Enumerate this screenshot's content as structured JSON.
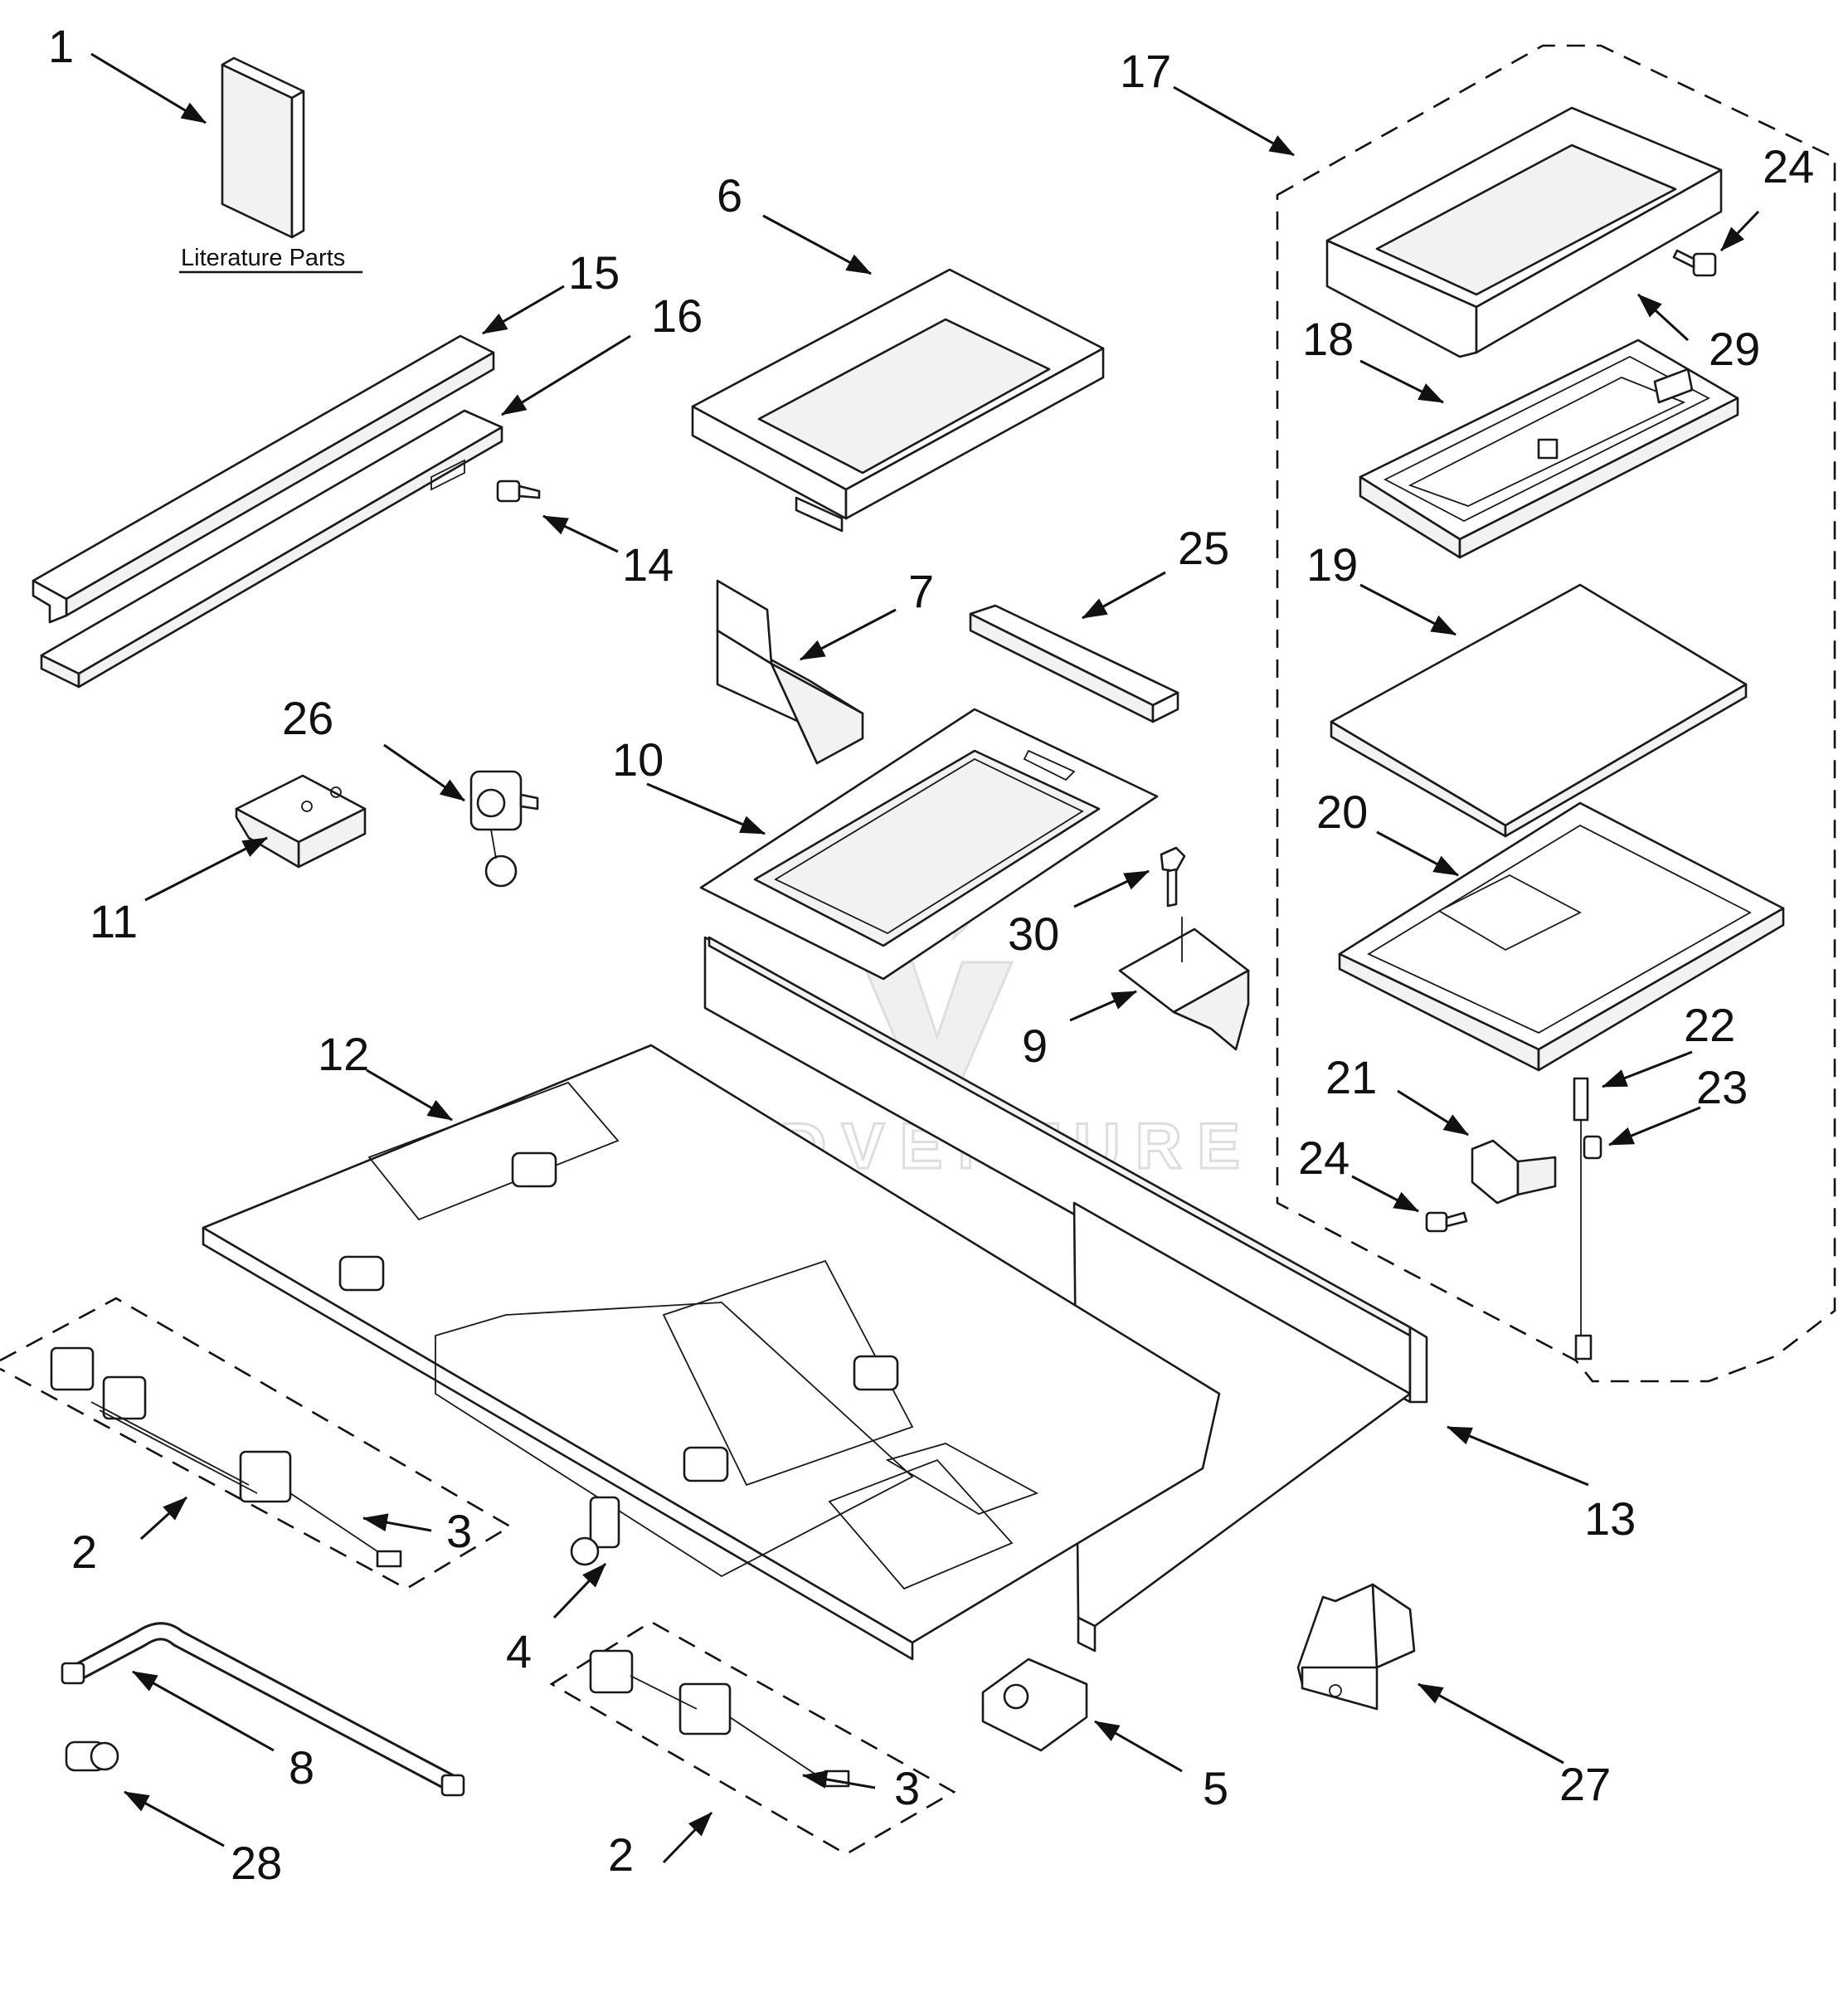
{
  "literature_label": "Literature Parts",
  "watermark": "LEADVENTURE",
  "callouts": [
    {
      "id": "c1",
      "label": "1"
    },
    {
      "id": "c2a",
      "label": "2"
    },
    {
      "id": "c2b",
      "label": "2"
    },
    {
      "id": "c3a",
      "label": "3"
    },
    {
      "id": "c3b",
      "label": "3"
    },
    {
      "id": "c4",
      "label": "4"
    },
    {
      "id": "c5",
      "label": "5"
    },
    {
      "id": "c6",
      "label": "6"
    },
    {
      "id": "c7",
      "label": "7"
    },
    {
      "id": "c8",
      "label": "8"
    },
    {
      "id": "c9",
      "label": "9"
    },
    {
      "id": "c10",
      "label": "10"
    },
    {
      "id": "c11",
      "label": "11"
    },
    {
      "id": "c12",
      "label": "12"
    },
    {
      "id": "c13",
      "label": "13"
    },
    {
      "id": "c14",
      "label": "14"
    },
    {
      "id": "c15",
      "label": "15"
    },
    {
      "id": "c16",
      "label": "16"
    },
    {
      "id": "c17",
      "label": "17"
    },
    {
      "id": "c18",
      "label": "18"
    },
    {
      "id": "c19",
      "label": "19"
    },
    {
      "id": "c20",
      "label": "20"
    },
    {
      "id": "c21",
      "label": "21"
    },
    {
      "id": "c22",
      "label": "22"
    },
    {
      "id": "c23",
      "label": "23"
    },
    {
      "id": "c24a",
      "label": "24"
    },
    {
      "id": "c24b",
      "label": "24"
    },
    {
      "id": "c25",
      "label": "25"
    },
    {
      "id": "c26",
      "label": "26"
    },
    {
      "id": "c27",
      "label": "27"
    },
    {
      "id": "c28",
      "label": "28"
    },
    {
      "id": "c29",
      "label": "29"
    },
    {
      "id": "c30",
      "label": "30"
    }
  ]
}
